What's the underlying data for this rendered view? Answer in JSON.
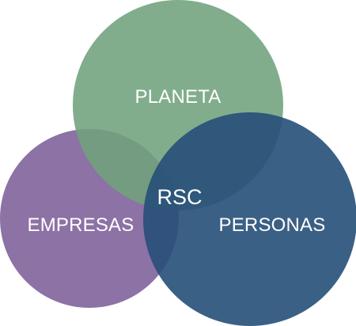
{
  "diagram": {
    "type": "venn",
    "sets": [
      {
        "id": "planeta",
        "label": "PLANETA",
        "color": "#6fa27c"
      },
      {
        "id": "empresas",
        "label": "EMPRESAS",
        "color": "#7d5f98"
      },
      {
        "id": "personas",
        "label": "PERSONAS",
        "color": "#264f78"
      }
    ],
    "intersection": {
      "label": "RSC"
    }
  }
}
